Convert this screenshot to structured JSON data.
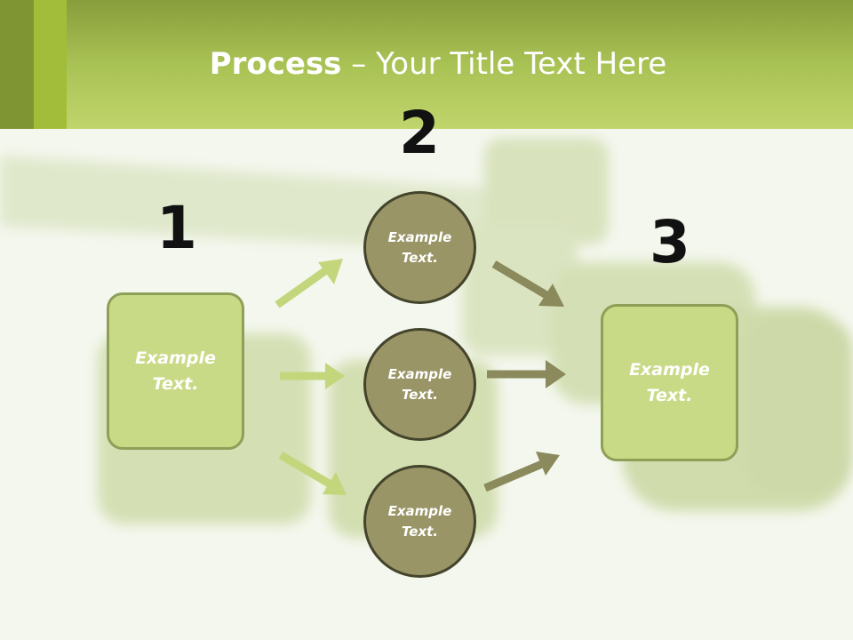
{
  "title": {
    "bold": "Process",
    "rest": " – Your Title Text Here"
  },
  "steps": {
    "one": "1",
    "two": "2",
    "three": "3"
  },
  "boxes": {
    "left": "Example Text.",
    "right": "Example Text."
  },
  "circles": {
    "top": "Example Text.",
    "middle": "Example Text.",
    "bottom": "Example Text."
  },
  "colors": {
    "header": "#a9c254",
    "box_fill": "#c9da86",
    "circle_fill": "#999566",
    "arrow_light": "#c4d67c",
    "arrow_dark": "#8a8a5c"
  }
}
